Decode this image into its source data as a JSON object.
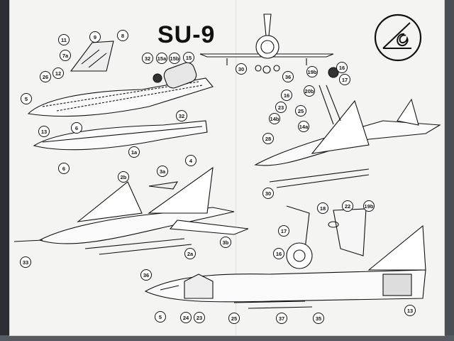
{
  "sheet": {
    "title": "SU-9"
  },
  "callouts": [
    {
      "id": "c11",
      "label": "11"
    },
    {
      "id": "c9",
      "label": "9"
    },
    {
      "id": "c8",
      "label": "8"
    },
    {
      "id": "c7a",
      "label": "7a"
    },
    {
      "id": "c32a",
      "label": "32"
    },
    {
      "id": "c15a",
      "label": "15a"
    },
    {
      "id": "c15b",
      "label": "15b"
    },
    {
      "id": "c15",
      "label": "15"
    },
    {
      "id": "c26",
      "label": "26"
    },
    {
      "id": "c12",
      "label": "12"
    },
    {
      "id": "c5a",
      "label": "5"
    },
    {
      "id": "c13a",
      "label": "13"
    },
    {
      "id": "c6a",
      "label": "6"
    },
    {
      "id": "c32b",
      "label": "32"
    },
    {
      "id": "c1a",
      "label": "1a"
    },
    {
      "id": "c6b",
      "label": "6"
    },
    {
      "id": "c2b",
      "label": "2b"
    },
    {
      "id": "c3a",
      "label": "3a"
    },
    {
      "id": "c4",
      "label": "4"
    },
    {
      "id": "c33",
      "label": "33"
    },
    {
      "id": "c3b",
      "label": "3b"
    },
    {
      "id": "c2a",
      "label": "2a"
    },
    {
      "id": "c36a",
      "label": "36"
    },
    {
      "id": "c30a",
      "label": "30"
    },
    {
      "id": "c36b",
      "label": "36"
    },
    {
      "id": "c19b",
      "label": "19b"
    },
    {
      "id": "c16a",
      "label": "16"
    },
    {
      "id": "c17a",
      "label": "17"
    },
    {
      "id": "c20b",
      "label": "20b"
    },
    {
      "id": "c16b",
      "label": "16"
    },
    {
      "id": "c23a",
      "label": "23"
    },
    {
      "id": "c25a",
      "label": "25"
    },
    {
      "id": "c14b",
      "label": "14b"
    },
    {
      "id": "c14a",
      "label": "14a"
    },
    {
      "id": "c28",
      "label": "28"
    },
    {
      "id": "c30b",
      "label": "30"
    },
    {
      "id": "c18",
      "label": "18"
    },
    {
      "id": "c22",
      "label": "22"
    },
    {
      "id": "c19b2",
      "label": "19b"
    },
    {
      "id": "c17b",
      "label": "17"
    },
    {
      "id": "c16c",
      "label": "16"
    },
    {
      "id": "c5b",
      "label": "5"
    },
    {
      "id": "c24",
      "label": "24"
    },
    {
      "id": "c23b",
      "label": "23"
    },
    {
      "id": "c25b",
      "label": "25"
    },
    {
      "id": "c37",
      "label": "37"
    },
    {
      "id": "c35",
      "label": "35"
    },
    {
      "id": "c13b",
      "label": "13"
    }
  ]
}
